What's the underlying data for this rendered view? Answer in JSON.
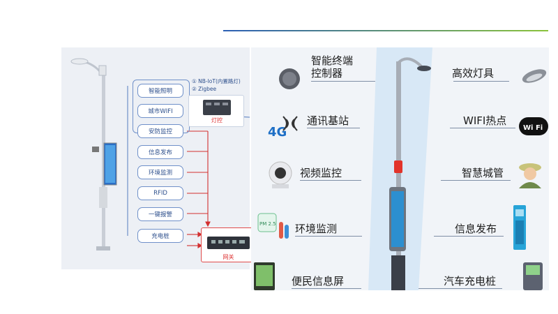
{
  "left_diagram": {
    "services": [
      "智能照明",
      "城市WIFI",
      "安防监控",
      "信息发布",
      "环境监测",
      "RFID",
      "一键报警",
      "充电桩"
    ],
    "protocols": [
      "① NB-IoT(内置路灯)",
      "② Zigbee"
    ],
    "lamp_controller_label": "灯控",
    "gateway_label": "网关"
  },
  "right_diagram": {
    "left_features": [
      {
        "label_line1": "智能终端",
        "label_line2": "控制器",
        "icon": "controller-icon"
      },
      {
        "label": "通讯基站",
        "icon": "4g-antenna-icon",
        "icon_text": "4G"
      },
      {
        "label": "视频监控",
        "icon": "camera-icon"
      },
      {
        "label": "环境监测",
        "icon": "pm25-sensor-icon",
        "icon_text": "PM 2.5"
      },
      {
        "label": "便民信息屏",
        "icon": "info-screen-icon"
      }
    ],
    "right_features": [
      {
        "label": "高效灯具",
        "icon": "lamp-head-icon"
      },
      {
        "label": "WIFI热点",
        "icon": "wifi-icon",
        "icon_text": "Wi Fi"
      },
      {
        "label": "智慧城管",
        "icon": "officer-icon"
      },
      {
        "label": "信息发布",
        "icon": "display-icon"
      },
      {
        "label": "汽车充电桩",
        "icon": "ev-charger-icon"
      }
    ]
  },
  "colors": {
    "accent_blue": "#2b5fb4",
    "line_green": "#8ac23a",
    "connector_red": "#d33030",
    "connector_blue": "#6f90c9"
  }
}
